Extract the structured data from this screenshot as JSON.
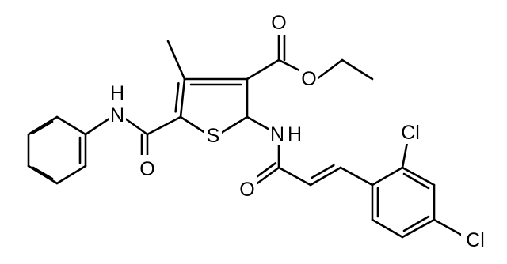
{
  "molecule": {
    "atom_labels": {
      "ester_carbonyl_o": "O",
      "ester_ether_o": "O",
      "amide1_n": "N",
      "amide1_h": "H",
      "amide1_o": "O",
      "thiophene_s": "S",
      "amide2_n": "N",
      "amide2_h": "H",
      "amide2_o": "O",
      "cl_ortho": "Cl",
      "cl_para": "Cl"
    }
  }
}
